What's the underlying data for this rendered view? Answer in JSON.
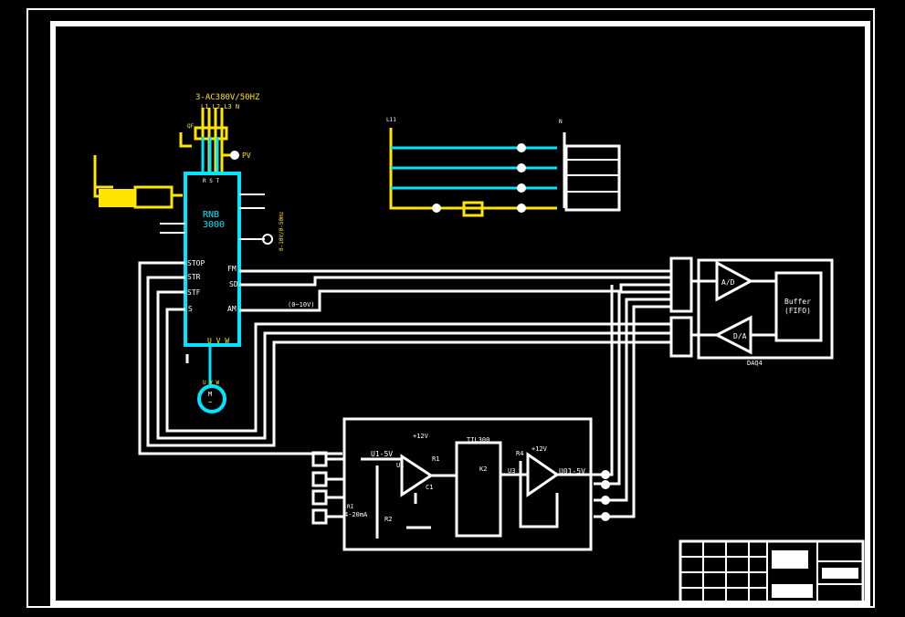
{
  "colors": {
    "background": "#000000",
    "frame": "#ffffff",
    "vfd": "#00e5ff",
    "power": "#ffe600"
  },
  "supply": {
    "spec": "3-AC380V/50HZ",
    "phases": "L1 L2 L3 N",
    "qf": "QF",
    "lpv": "PV"
  },
  "vfd": {
    "model": "RNB",
    "model_num": "3000",
    "rst": "R  S  T",
    "stop": "STOP",
    "str": "STR",
    "stf": "STF",
    "s": "S",
    "fm": "FM",
    "sd": "SD",
    "am": "AM",
    "uvw": "U V W",
    "out_uvw": "U V W",
    "mod_note": "(0~10V)",
    "range_note": "0-10V/0-50Hz"
  },
  "motor": {
    "m": "M",
    "tilde": "~"
  },
  "control": {
    "l": "L11",
    "n": "N"
  },
  "daq": {
    "ad": "A/D",
    "da": "D/A",
    "buffer_1": "Buffer",
    "buffer_2": "(FIFO)",
    "card": "DAQ4"
  },
  "signal": {
    "v1": "U1-5V",
    "p12a": "+12V",
    "u1": "U1",
    "r1": "R1",
    "c1": "C1",
    "tlp": "TIL300",
    "r2": "R2",
    "r4": "R4",
    "p12b": "+12V",
    "u3": "U3",
    "k2": "K2",
    "v2": "U01-5V",
    "in_range": "4-20mA",
    "ri": "RI"
  }
}
